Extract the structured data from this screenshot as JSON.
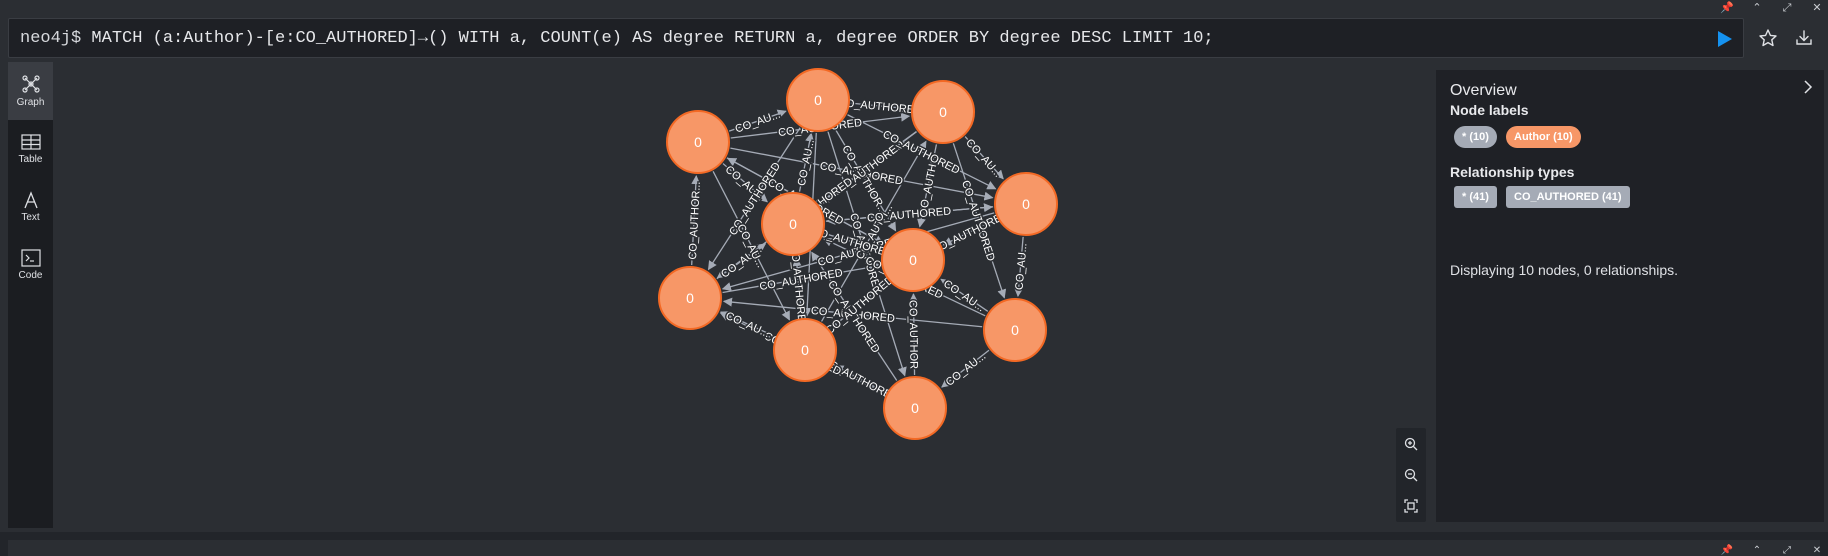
{
  "window_icons": [
    "pin-icon",
    "collapse-icon",
    "fullscreen-icon",
    "close-icon"
  ],
  "editor": {
    "prompt": "neo4j$",
    "query": "MATCH (a:Author)-[e:CO_AUTHORED]→() WITH a, COUNT(e) AS degree RETURN a, degree ORDER BY degree DESC LIMIT 10;"
  },
  "rail": {
    "graph": "Graph",
    "table": "Table",
    "text": "Text",
    "code": "Code"
  },
  "graph": {
    "node_caption": "0",
    "node_color": "#f79767",
    "node_border": "#f36924",
    "relationship_label": "CO_AUTHORED",
    "relationship_label_short": "CO_AU...",
    "relationship_label_mid": "CO_AUTHOR...",
    "relationship_label_abbrev": "CO_AUTH...",
    "relationship_label_vert": "CO_AUTHO",
    "relationship_label_tiny": "CO_AUTHOR"
  },
  "overview": {
    "title": "Overview",
    "node_labels_heading": "Node labels",
    "node_labels": [
      {
        "label": "* (10)",
        "color": "#a5abb6"
      },
      {
        "label": "Author (10)",
        "color": "#f79767"
      }
    ],
    "relationship_types_heading": "Relationship types",
    "relationship_types": [
      {
        "label": "* (41)",
        "color": "#a5abb6"
      },
      {
        "label": "CO_AUTHORED (41)",
        "color": "#a5abb6"
      }
    ],
    "status": "Displaying 10 nodes, 0 relationships."
  }
}
